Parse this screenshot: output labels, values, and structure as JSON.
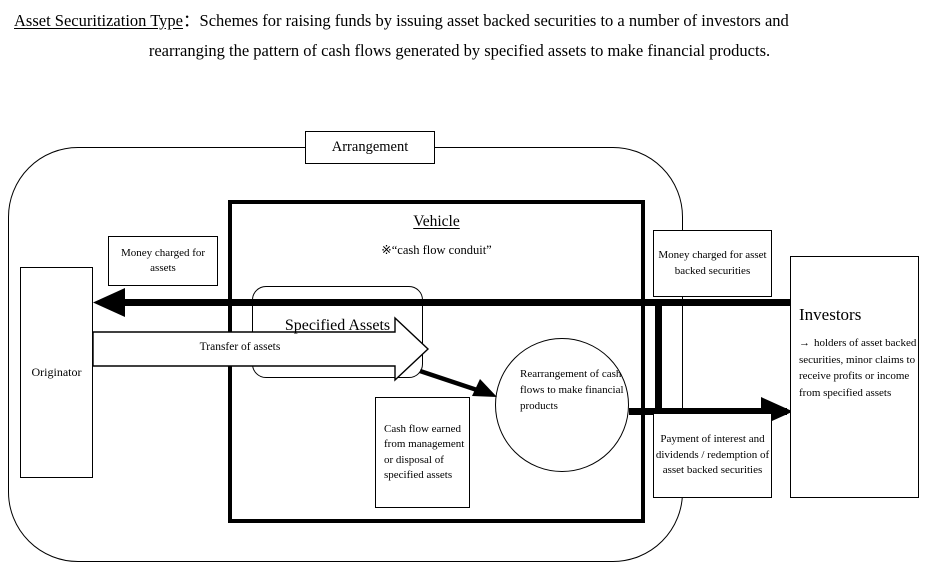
{
  "heading": {
    "term": "Asset Securitization Type",
    "separator": "：",
    "line1": "Schemes for raising funds by issuing asset backed securities to a number of investors and",
    "line2": "rearranging the pattern of cash flows generated by specified assets to make financial products."
  },
  "diagram": {
    "arrangement_label": "Arrangement",
    "vehicle": {
      "title": "Vehicle",
      "subtitle": "※“cash flow conduit”"
    },
    "originator": {
      "label": "Originator"
    },
    "investors": {
      "title": "Investors",
      "arrow_glyph": "→",
      "description": "holders of  asset backed securities, minor claims to receive profits or income from specified assets"
    },
    "specified_assets": {
      "label": "Specified Assets"
    },
    "rearrangement_circle": {
      "text": "Rearrangement of cash flows to make financial products"
    },
    "callouts": {
      "money_for_assets": "Money charged for assets",
      "transfer_of_assets": "Transfer of assets",
      "cash_flow_earned": "Cash flow earned from management or disposal of specified assets",
      "money_for_abs": "Money charged for asset backed securities",
      "payment_interest": "Payment of interest and dividends / redemption of asset backed securities"
    }
  },
  "colors": {
    "ink": "#000000",
    "paper": "#ffffff"
  }
}
